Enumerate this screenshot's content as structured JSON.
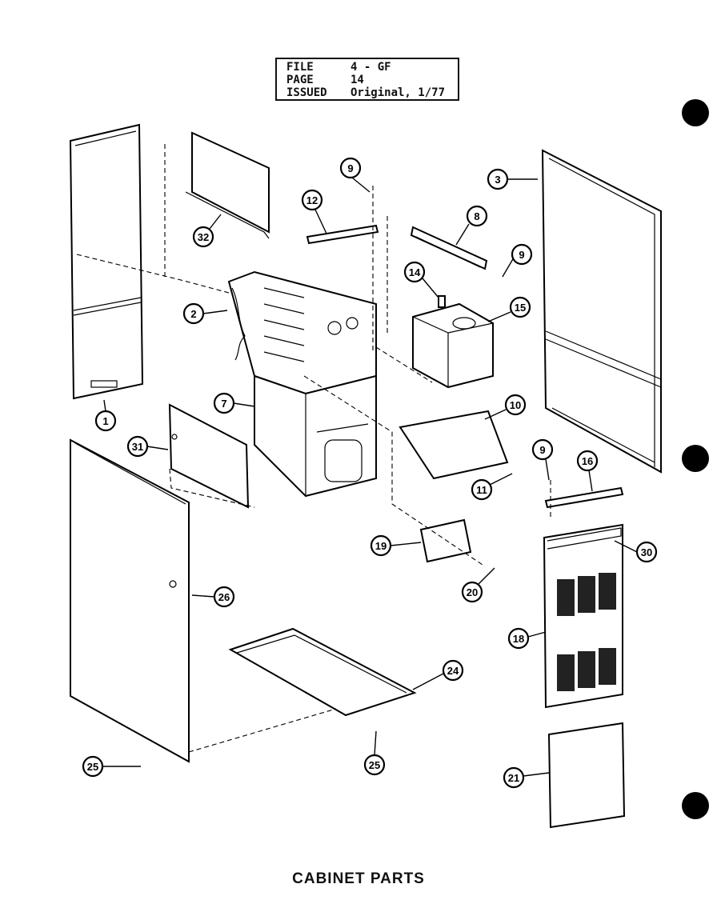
{
  "header": {
    "file_label": "FILE",
    "file_value": "4 - GF",
    "page_label": "PAGE",
    "page_value": "14",
    "issued_label": "ISSUED",
    "issued_value": "Original, 1/77"
  },
  "caption": "CABINET PARTS",
  "callouts": {
    "c1": "1",
    "c2": "2",
    "c3": "3",
    "c7": "7",
    "c8": "8",
    "c9a": "9",
    "c9b": "9",
    "c9c": "9",
    "c10": "10",
    "c11": "11",
    "c12": "12",
    "c14": "14",
    "c15": "15",
    "c16": "16",
    "c18": "18",
    "c19": "19",
    "c20": "20",
    "c21": "21",
    "c24": "24",
    "c25a": "25",
    "c25b": "25",
    "c26": "26",
    "c30": "30",
    "c31": "31",
    "c32": "32"
  },
  "colors": {
    "ink": "#000000",
    "paper": "#ffffff"
  }
}
